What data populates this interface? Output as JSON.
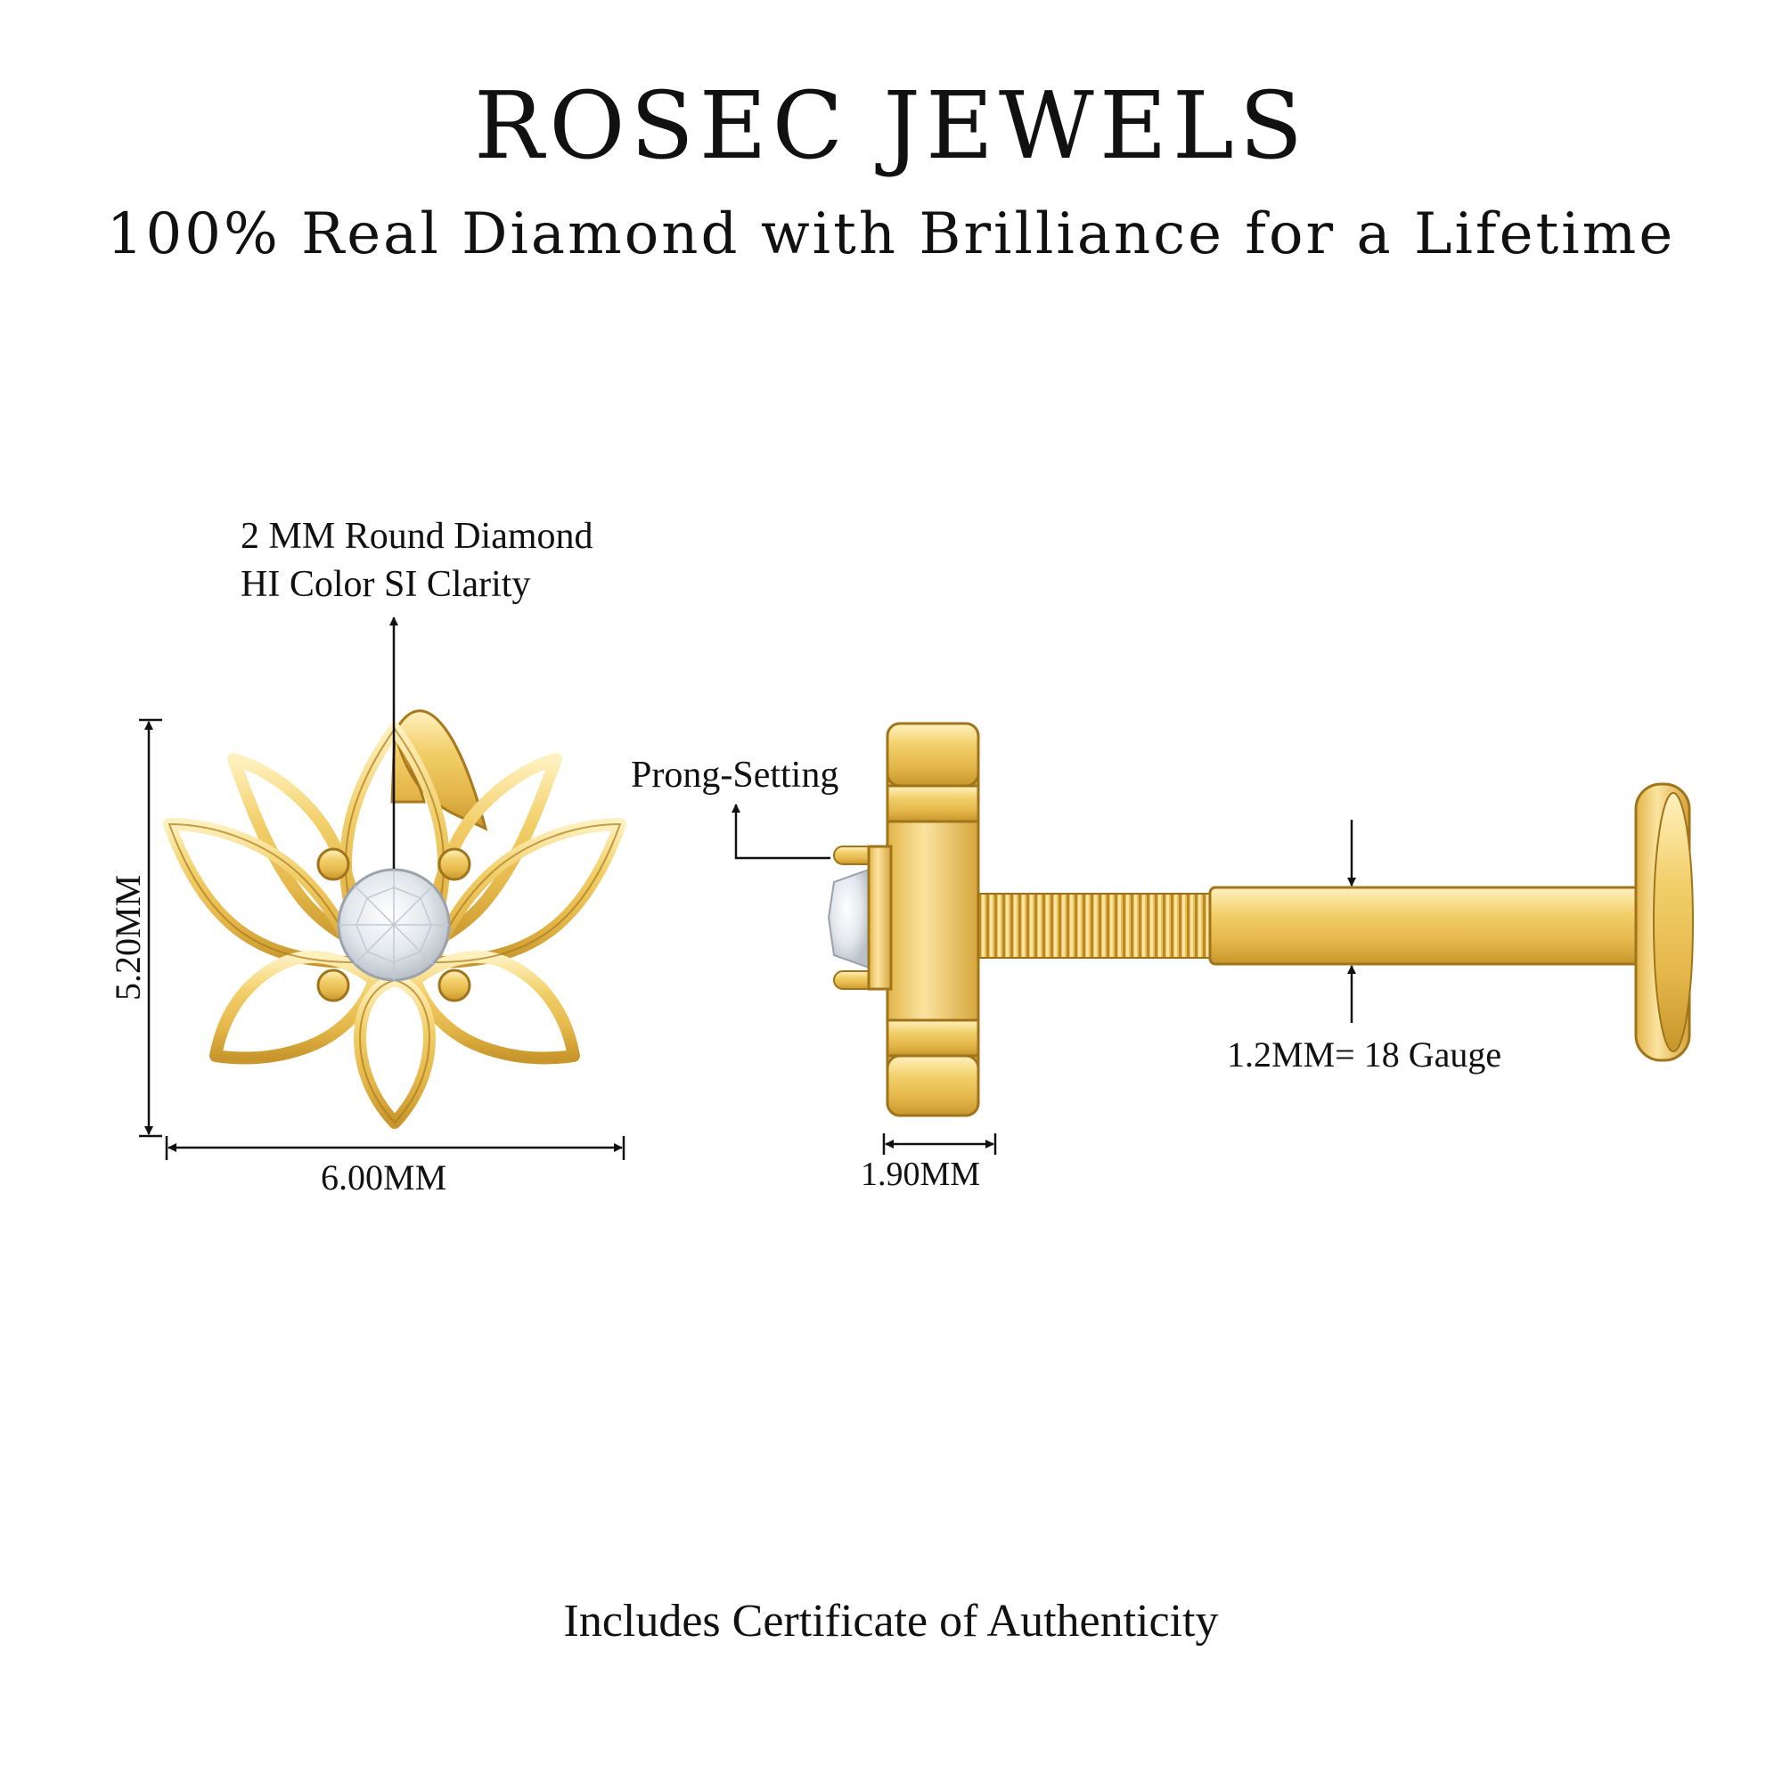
{
  "header": {
    "brand": "ROSEC JEWELS",
    "tagline": "100% Real Diamond with Brilliance for a Lifetime"
  },
  "front_view": {
    "stone_spec_line1": "2 MM Round Diamond",
    "stone_spec_line2": "HI Color SI Clarity",
    "height_label": "5.20MM",
    "width_label": "6.00MM"
  },
  "side_view": {
    "setting_label": "Prong-Setting",
    "depth_label": "1.90MM",
    "gauge_label": "1.2MM= 18 Gauge"
  },
  "footer": {
    "certificate": "Includes Certificate of Authenticity"
  },
  "colors": {
    "gold_light": "#fbe6a6",
    "gold_mid": "#eec95e",
    "gold_dark": "#b48420",
    "diamond": "#eef1f5",
    "line": "#111111"
  }
}
